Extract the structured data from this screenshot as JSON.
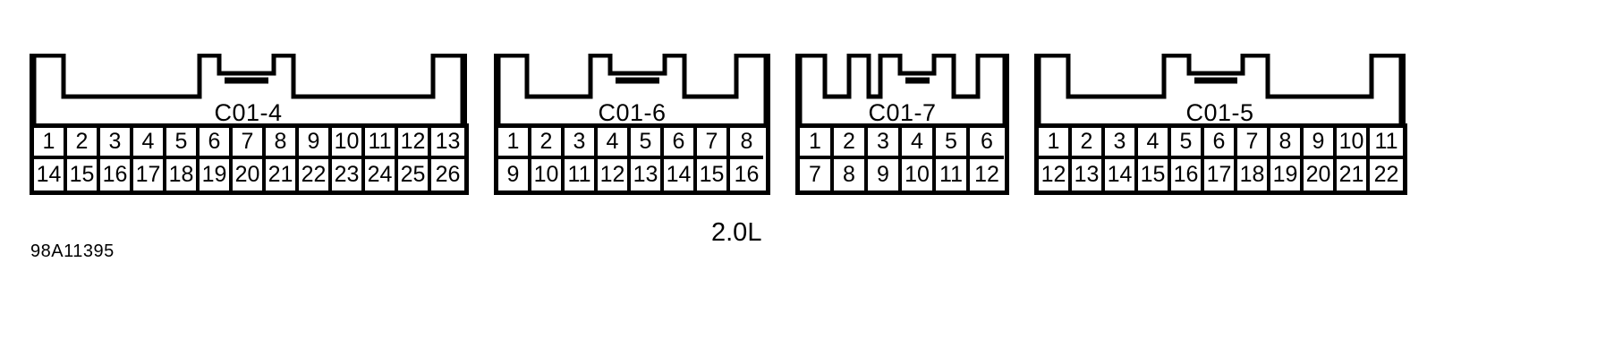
{
  "figure": {
    "id_code": "98A11395",
    "engine_label": "2.0L",
    "line_color": "#000000",
    "background_color": "#ffffff"
  },
  "connectors": [
    {
      "label": "C01-4",
      "columns": 13,
      "top_row": [
        "1",
        "2",
        "3",
        "4",
        "5",
        "6",
        "7",
        "8",
        "9",
        "10",
        "11",
        "12",
        "13"
      ],
      "bottom_row": [
        "14",
        "15",
        "16",
        "17",
        "18",
        "19",
        "20",
        "21",
        "22",
        "23",
        "24",
        "25",
        "26"
      ],
      "total_pins": 26,
      "shell_style": "wide-notch-left-center-tab"
    },
    {
      "label": "C01-6",
      "columns": 8,
      "top_row": [
        "1",
        "2",
        "3",
        "4",
        "5",
        "6",
        "7",
        "8"
      ],
      "bottom_row": [
        "9",
        "10",
        "11",
        "12",
        "13",
        "14",
        "15",
        "16"
      ],
      "total_pins": 16,
      "shell_style": "notch-left-center-tab"
    },
    {
      "label": "C01-7",
      "columns": 6,
      "top_row": [
        "1",
        "2",
        "3",
        "4",
        "5",
        "6"
      ],
      "bottom_row": [
        "7",
        "8",
        "9",
        "10",
        "11",
        "12"
      ],
      "total_pins": 12,
      "shell_style": "two-notch-center-tab"
    },
    {
      "label": "C01-5",
      "columns": 11,
      "top_row": [
        "1",
        "2",
        "3",
        "4",
        "5",
        "6",
        "7",
        "8",
        "9",
        "10",
        "11"
      ],
      "bottom_row": [
        "12",
        "13",
        "14",
        "15",
        "16",
        "17",
        "18",
        "19",
        "20",
        "21",
        "22"
      ],
      "total_pins": 22,
      "shell_style": "wide-notch-left-center-tab"
    }
  ]
}
